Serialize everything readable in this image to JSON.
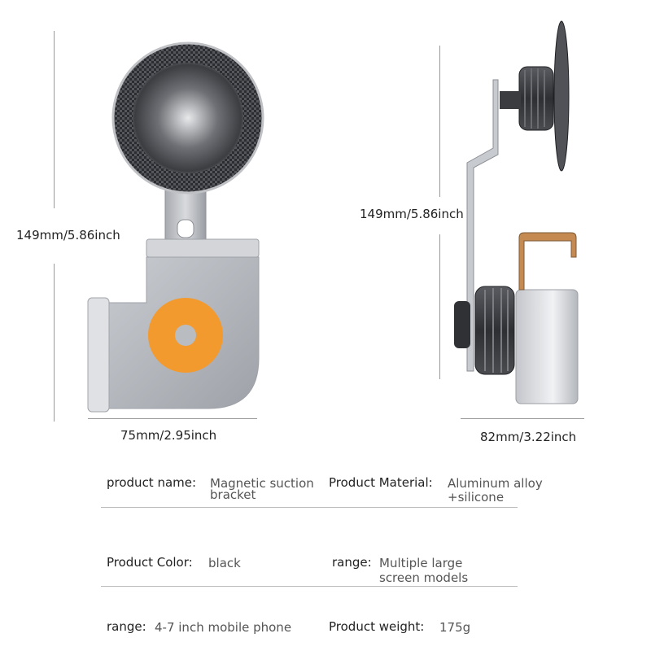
{
  "dimensions": {
    "front_height": "149mm/5.86inch",
    "front_width": "75mm/2.95inch",
    "side_height": "149mm/5.86inch",
    "side_width": "82mm/3.22inch"
  },
  "specs": {
    "product_name_label": "product name:",
    "product_name_value_1": "Magnetic suction",
    "product_name_value_2": "bracket",
    "material_label": "Product Material:",
    "material_value_1": "Aluminum alloy",
    "material_value_2": "+silicone",
    "color_label": "Product Color:",
    "color_value": "black",
    "range_label_1": "range:",
    "range_value_1a": "Multiple large",
    "range_value_1b": "screen models",
    "range_label_2": "range:",
    "range_value_2": "4-7 inch mobile phone",
    "weight_label": "Product weight:",
    "weight_value": "175g"
  },
  "colors": {
    "silicone_pad": "#f39a2e",
    "metal": "#b9bcc1",
    "dark_metal": "#3a3c40",
    "carbon": "#2b2c2f"
  }
}
